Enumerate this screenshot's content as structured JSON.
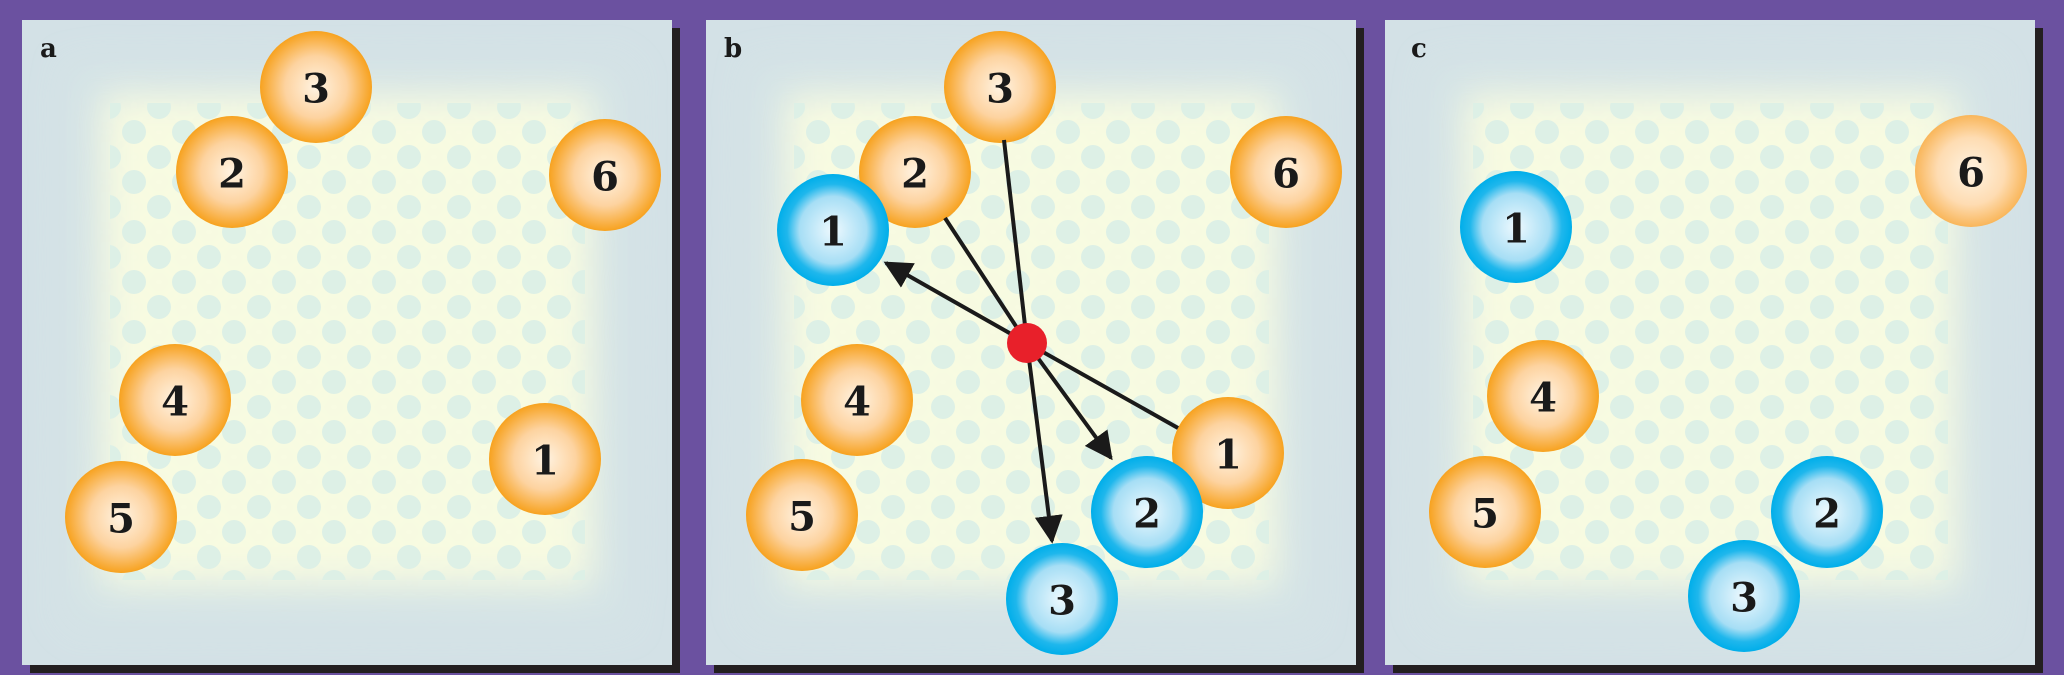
{
  "panels": [
    {
      "label": "a",
      "particles": [
        "3",
        "2",
        "6",
        "4",
        "1",
        "5"
      ]
    },
    {
      "label": "b",
      "particles": [
        "3",
        "2",
        "1",
        "6",
        "4",
        "1",
        "5",
        "2",
        "3"
      ]
    },
    {
      "label": "c",
      "particles": [
        "6",
        "1",
        "4",
        "5",
        "2",
        "3"
      ]
    }
  ],
  "colors": {
    "frame": "#6b51a0",
    "orange": "#f7a21f",
    "blue": "#00aeea",
    "red_center": "#e8202a",
    "arrow": "#1a1a1a"
  }
}
